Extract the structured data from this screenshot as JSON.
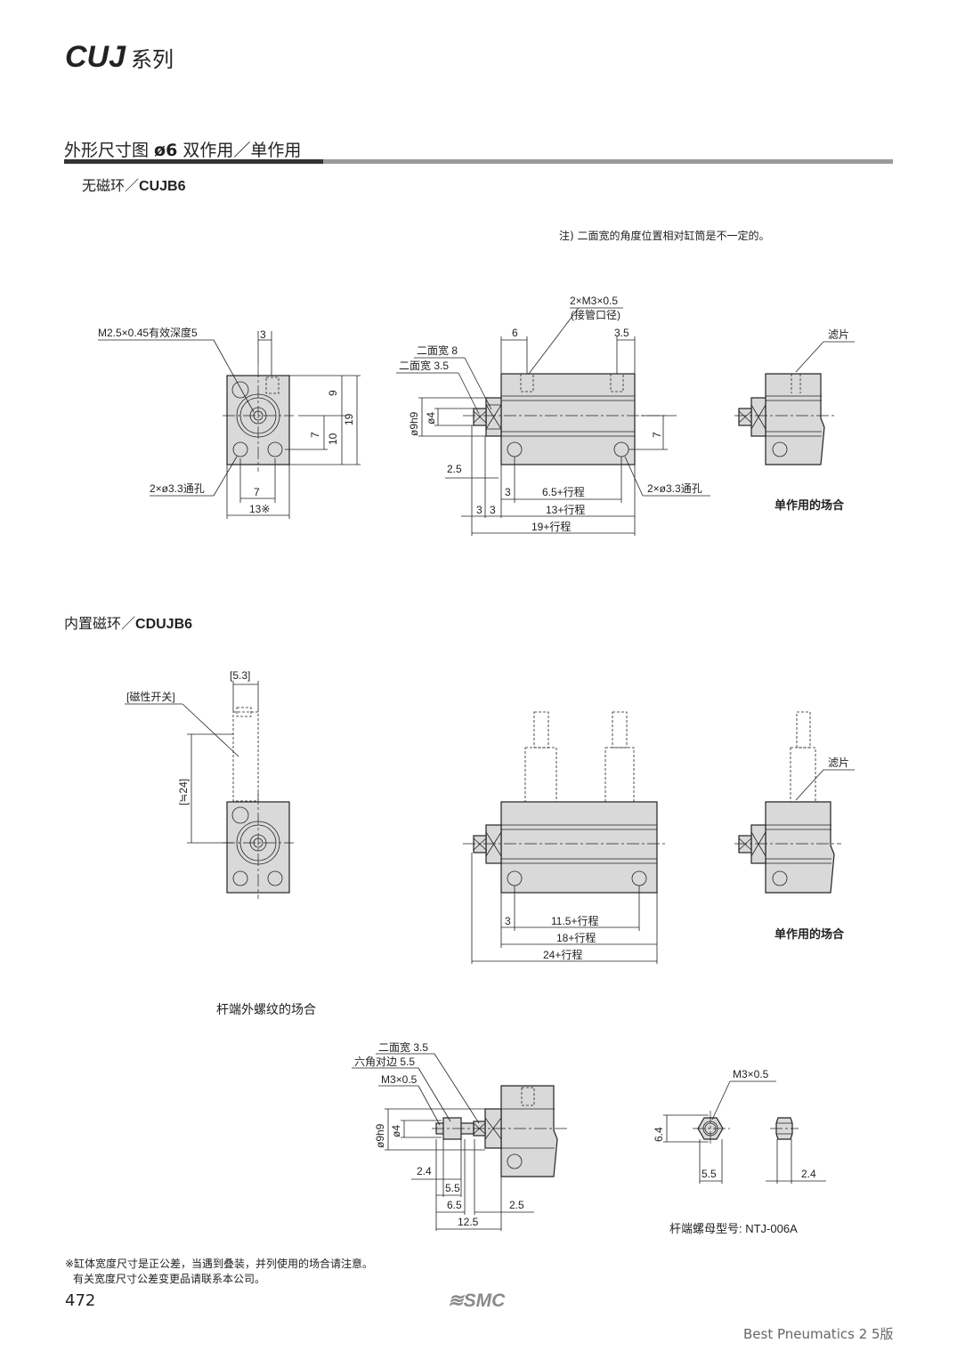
{
  "header": {
    "series": "CUJ",
    "series_suffix": "系列"
  },
  "section": {
    "title_prefix": "外形尺寸图 ",
    "title_bore": "ø6",
    "title_suffix": " 双作用／单作用"
  },
  "cujb6": {
    "heading_prefix": "无磁环／",
    "heading_model": "CUJB6",
    "note": "注) 二面宽的角度位置相对缸筒是不一定的。",
    "end_view": {
      "tap": "M2.5×0.45有效深度5",
      "dim_3": "3",
      "dim_9": "9",
      "dim_19": "19",
      "dim_7v": "7",
      "dim_10": "10",
      "holes": "2×ø3.3通孔",
      "dim_7h": "7",
      "dim_13": "13※"
    },
    "side_view": {
      "port": "2×M3×0.5",
      "port_note": "(接管口径)",
      "dim_6": "6",
      "dim_3_5": "3.5",
      "flat_8": "二面宽 8",
      "flat_3_5": "二面宽 3.5",
      "dia_9": "ø9h9",
      "dia_4": "ø4",
      "dim_7": "7",
      "dim_2_5": "2.5",
      "dim_3a": "3",
      "dim_6_5": "6.5+行程",
      "dim_13": "13+行程",
      "dim_3b": "3",
      "dim_3c": "3",
      "dim_19": "19+行程",
      "holes": "2×ø3.3通孔"
    },
    "single": {
      "filter": "滤片",
      "caption": "单作用的场合"
    }
  },
  "cdujb6": {
    "heading_prefix": "内置磁环／",
    "heading_model": "CDUJB6",
    "end_view": {
      "dim_5_3": "[5.3]",
      "switch": "[磁性开关]",
      "dim_24": "[≒24]"
    },
    "side_view": {
      "dim_3": "3",
      "dim_11_5": "11.5+行程",
      "dim_18": "18+行程",
      "dim_24": "24+行程"
    },
    "single": {
      "filter": "滤片",
      "caption": "单作用的场合"
    }
  },
  "rod_thread": {
    "heading": "杆端外螺纹的场合",
    "flat_3_5": "二面宽 3.5",
    "hex_5_5": "六角对边 5.5",
    "thread": "M3×0.5",
    "dia_9": "ø9h9",
    "dia_4": "ø4",
    "dim_2_4": "2.4",
    "dim_5_5": "5.5",
    "dim_6_5": "6.5",
    "dim_2_5": "2.5",
    "dim_12_5": "12.5",
    "nut": {
      "thread": "M3×0.5",
      "dim_6_4": "6.4",
      "dim_5_5": "5.5",
      "dim_2_4": "2.4",
      "model": "杆端螺母型号: NTJ-006A"
    }
  },
  "footer": {
    "note1": "※缸体宽度尺寸是正公差，当遇到叠装，并列使用的场合请注意。",
    "note2": "有关宽度尺寸公差变更品请联系本公司。",
    "page": "472",
    "logo": "SMC",
    "edition": "Best Pneumatics 2 5版"
  }
}
